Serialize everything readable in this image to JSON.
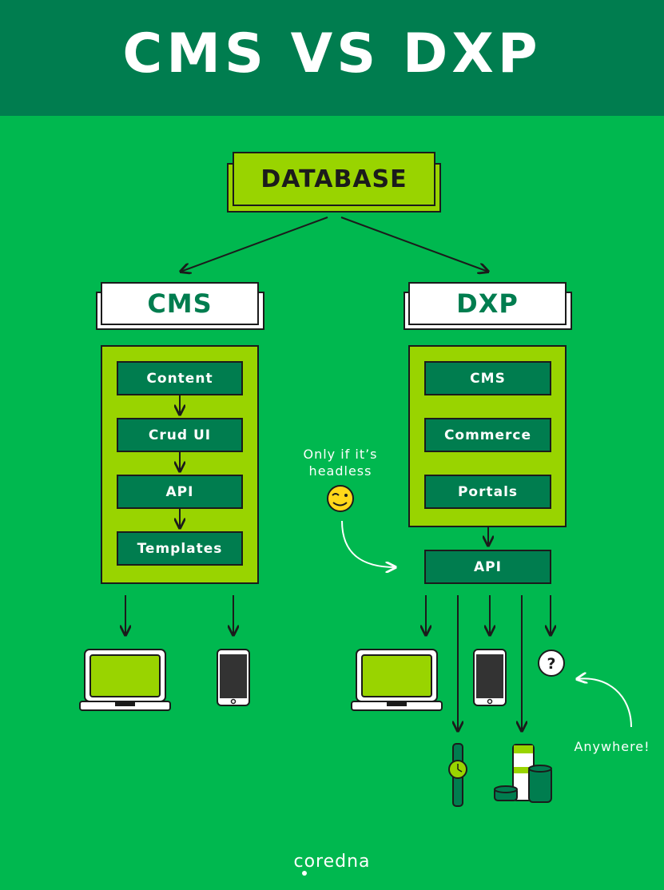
{
  "title": "CMS VS DXP",
  "database_label": "DATABASE",
  "cms": {
    "heading": "CMS",
    "stack": [
      "Content",
      "Crud UI",
      "API",
      "Templates"
    ]
  },
  "dxp": {
    "heading": "DXP",
    "stack": [
      "CMS",
      "Commerce",
      "Portals"
    ],
    "api_label": "API"
  },
  "notes": {
    "headless_line1": "Only if it’s",
    "headless_line2": "headless",
    "anywhere": "Anywhere!"
  },
  "icons": {
    "emoji": "wink-face-icon",
    "question": "question-mark-icon",
    "laptop": "laptop-icon",
    "phone": "phone-icon",
    "watch": "smartwatch-icon",
    "speaker": "smart-speaker-icon"
  },
  "brand": "coredna",
  "colors": {
    "header": "#007d4f",
    "background": "#00b84f",
    "panel": "#99d400",
    "box": "#007d4f",
    "outline": "#1b1b1b"
  }
}
